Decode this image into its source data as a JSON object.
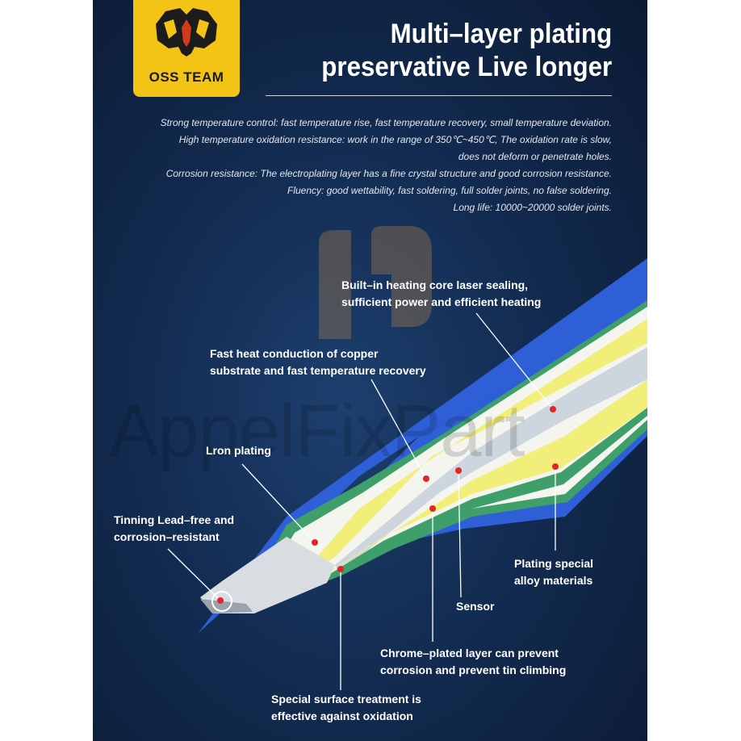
{
  "logo": {
    "text": "OSS TEAM",
    "bg": "#f3c316"
  },
  "title": {
    "line1": "Multi–layer plating",
    "line2": "preservative Live longer"
  },
  "specs": [
    "Strong temperature control: fast temperature rise, fast temperature recovery, small temperature deviation.",
    "High temperature oxidation resistance: work in the range of 350℃~450℃, The oxidation rate is slow,",
    "does not deform or penetrate holes.",
    "Corrosion resistance: The electroplating layer has a fine crystal structure and good corrosion resistance.",
    "Fluency: good wettability, fast soldering, full solder joints, no false soldering.",
    "Long life: 10000~20000 solder joints."
  ],
  "callouts": {
    "heating_core": {
      "line1": "Built–in heating core laser sealing,",
      "line2": "sufficient power and efficient heating"
    },
    "copper": {
      "line1": "Fast heat conduction of copper",
      "line2": "substrate and fast temperature recovery"
    },
    "iron": {
      "line1": "Lron plating"
    },
    "tinning": {
      "line1": "Tinning Lead–free and",
      "line2": "corrosion–resistant"
    },
    "alloy": {
      "line1": "Plating special",
      "line2": "alloy materials"
    },
    "sensor": {
      "line1": "Sensor"
    },
    "chrome": {
      "line1": "Chrome–plated layer can prevent",
      "line2": "corrosion and prevent tin climbing"
    },
    "surface": {
      "line1": "Special surface treatment is",
      "line2": "effective against oxidation"
    }
  },
  "watermark": "AppelFixPart",
  "colors": {
    "background": "#132c52",
    "outer_plating": "#2f5fd6",
    "green_layer": "#3f9f6a",
    "copper_core": "#f1ee7a",
    "marker": "#e0262b"
  }
}
